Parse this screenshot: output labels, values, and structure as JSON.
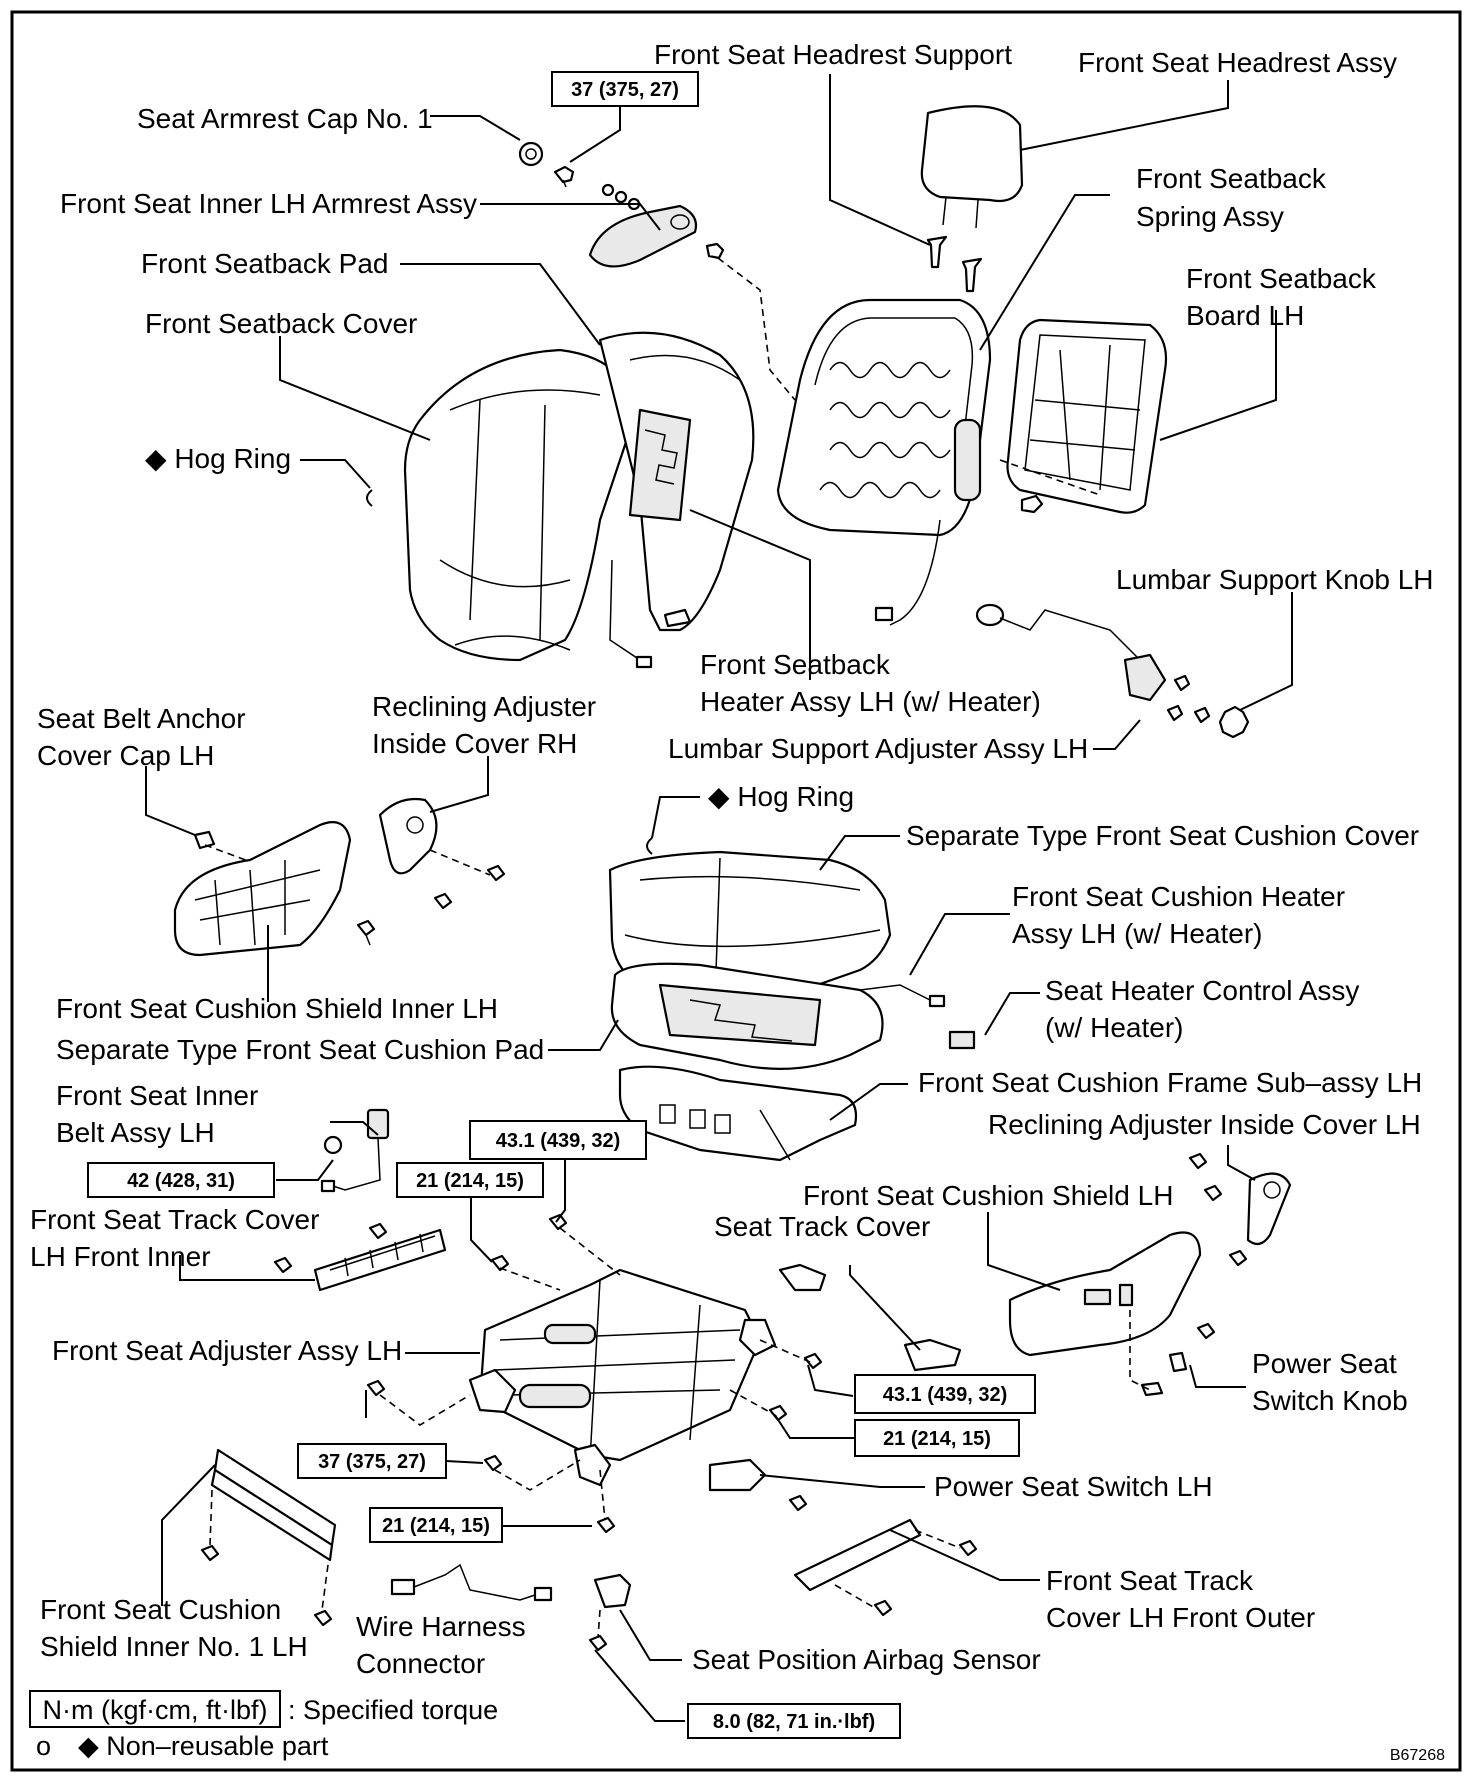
{
  "labels": {
    "front_seat_headrest_support": "Front Seat Headrest Support",
    "front_seat_headrest_assy": "Front Seat Headrest Assy",
    "seat_armrest_cap_no1": "Seat Armrest Cap No. 1",
    "front_seat_inner_lh_armrest_assy": "Front Seat Inner LH Armrest Assy",
    "front_seatback_spring_assy_1": "Front Seatback",
    "front_seatback_spring_assy_2": "Spring Assy",
    "front_seatback_pad": "Front Seatback Pad",
    "front_seatback_board_lh_1": "Front Seatback",
    "front_seatback_board_lh_2": "Board LH",
    "front_seatback_cover": "Front Seatback Cover",
    "hog_ring_upper": "Hog Ring",
    "lumbar_support_knob_lh": "Lumbar Support Knob LH",
    "front_seatback_heater_1": "Front Seatback",
    "front_seatback_heater_2": "Heater Assy LH (w/ Heater)",
    "seat_belt_anchor_cover_cap_1": "Seat  Belt Anchor",
    "seat_belt_anchor_cover_cap_2": "Cover Cap LH",
    "reclining_adjuster_inside_cover_rh_1": "Reclining Adjuster",
    "reclining_adjuster_inside_cover_rh_2": "Inside Cover RH",
    "lumbar_support_adjuster_assy_lh": "Lumbar Support Adjuster Assy LH",
    "hog_ring_lower": "Hog Ring",
    "separate_type_front_seat_cushion_cover": "Separate Type Front Seat Cushion Cover",
    "front_seat_cushion_heater_1": "Front Seat Cushion Heater",
    "front_seat_cushion_heater_2": "Assy LH (w/ Heater)",
    "seat_heater_control_assy_1": "Seat Heater Control Assy",
    "seat_heater_control_assy_2": "(w/ Heater)",
    "front_seat_cushion_shield_inner_lh": "Front Seat Cushion Shield Inner LH",
    "separate_type_front_seat_cushion_pad": "Separate Type Front Seat Cushion Pad",
    "front_seat_cushion_frame_sub_assy_lh": "Front Seat Cushion Frame Sub–assy LH",
    "front_seat_inner_belt_assy_lh_1": "Front Seat Inner",
    "front_seat_inner_belt_assy_lh_2": "Belt Assy LH",
    "reclining_adjuster_inside_cover_lh": "Reclining Adjuster Inside Cover LH",
    "front_seat_cushion_shield_lh": "Front Seat Cushion Shield LH",
    "front_seat_track_cover_lh_front_inner_1": "Front Seat Track Cover",
    "front_seat_track_cover_lh_front_inner_2": "LH Front Inner",
    "seat_track_cover": "Seat Track Cover",
    "front_seat_adjuster_assy_lh": "Front Seat Adjuster Assy LH",
    "power_seat_switch_knob_1": "Power Seat",
    "power_seat_switch_knob_2": "Switch Knob",
    "power_seat_switch_lh": "Power Seat Switch LH",
    "front_seat_track_cover_lh_front_outer_1": "Front Seat Track",
    "front_seat_track_cover_lh_front_outer_2": "Cover LH Front Outer",
    "front_seat_cushion_shield_inner_no1_lh_1": "Front Seat Cushion",
    "front_seat_cushion_shield_inner_no1_lh_2": "Shield Inner No. 1 LH",
    "wire_harness_connector_1": "Wire Harness",
    "wire_harness_connector_2": "Connector",
    "seat_position_airbag_sensor": "Seat Position Airbag Sensor"
  },
  "torques": {
    "armrest_bolt": "37 (375, 27)",
    "inner_belt_bolt": "42 (428, 31)",
    "adjuster_rear_left": "21 (214, 15)",
    "adjuster_rear_mid": "43.1 (439, 32)",
    "adjuster_right_1": "43.1 (439, 32)",
    "adjuster_right_2": "21 (214, 15)",
    "adjuster_front_left": "37 (375, 27)",
    "adjuster_bottom": "21 (214, 15)",
    "airbag_sensor": "8.0 (82, 71 in.·lbf)"
  },
  "legend": {
    "torque_unit": "N·m (kgf·cm, ft·lbf)",
    "torque_desc": ": Specified torque",
    "nonreusable_symbol": "o",
    "nonreusable_desc": "◆ Non–reusable part"
  },
  "figure_code": "B67268"
}
